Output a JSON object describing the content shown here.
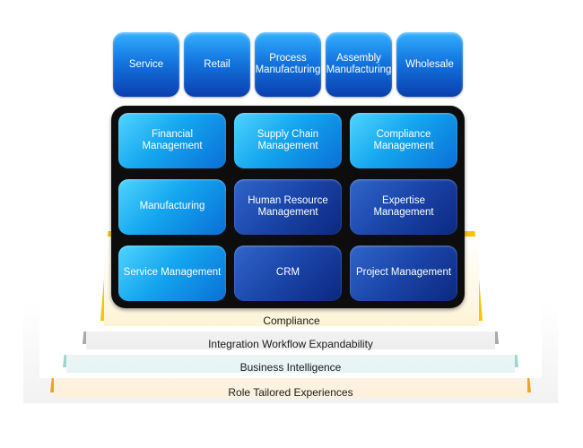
{
  "industries": [
    "Service",
    "Retail",
    "Process Manufacturing",
    "Assembly Manufacturing",
    "Wholesale"
  ],
  "modules": [
    [
      "Financial Management",
      "Supply Chain Management",
      "Compliance Management"
    ],
    [
      "Manufacturing",
      "Human Resource Management",
      "Expertise Management"
    ],
    [
      "Service Management",
      "CRM",
      "Project Management"
    ]
  ],
  "layers": [
    "Compliance",
    "Integration Workflow Expandability",
    "Business Intelligence",
    "Role Tailored Experiences"
  ],
  "colors": {
    "board": "#0d0d0d",
    "tile_top": "#33b0ff",
    "tile_bottom": "#0a3fae",
    "module_light": "#14a6ef",
    "module_dark": "#1a44a8",
    "layer_compliance_edge": "#f6c400",
    "layer_integration_edge": "#a9a9a9",
    "layer_bi_edge": "#9fd4cf",
    "layer_role_edge": "#f4a21d",
    "label_text": "#1a1a1a"
  }
}
